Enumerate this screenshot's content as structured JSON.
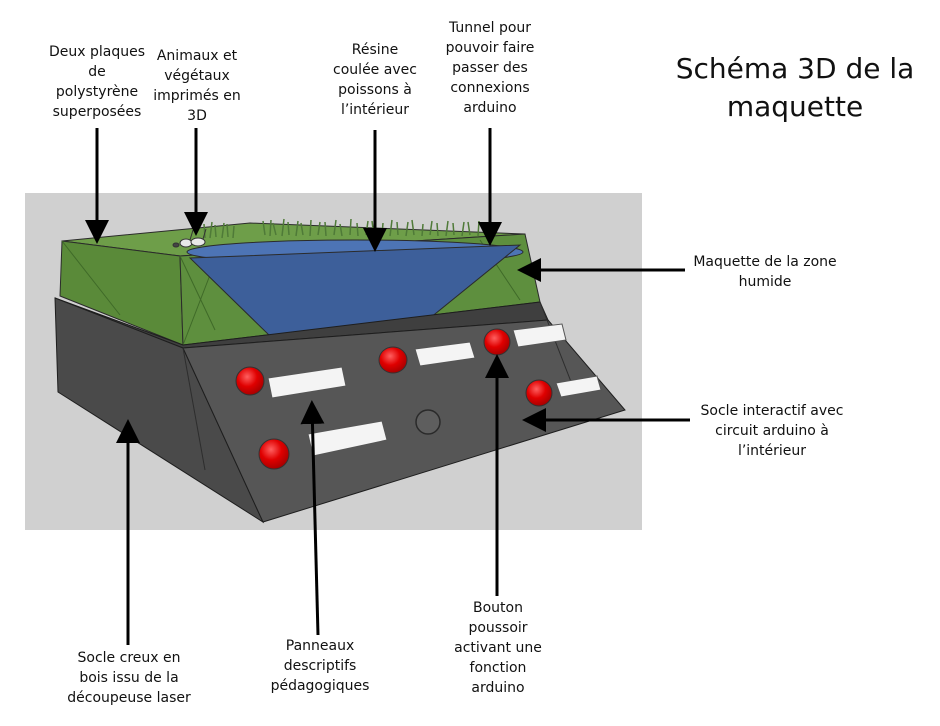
{
  "title": "Schéma 3D de la\nmaquette",
  "labels": {
    "plaques": "Deux plaques\nde\npolystyrène\nsuperposées",
    "animaux": "Animaux et\nvégétaux\nimprimés en\n3D",
    "resine": "Résine\ncoulée avec\npoissons à\nl’intérieur",
    "tunnel": "Tunnel pour\npouvoir faire\npasser des\nconnexions\narduino",
    "maquette": "Maquette de la zone\nhumide",
    "socle_interactif": "Socle interactif avec\ncircuit arduino à\nl’intérieur",
    "socle_creux": "Socle creux en\nbois issu de la\ndécoupeuse laser",
    "panneaux": "Panneaux\ndescriptifs\npédagogiques",
    "bouton": "Bouton\npoussoir\nactivant une\nfonction\narduino"
  },
  "colors": {
    "background_panel": "#d0d0d0",
    "green": "#5e8f3e",
    "water": "#3d5f9a",
    "base_dark": "#545454",
    "button_red": "#e00000",
    "panel_white": "#f4f4f4"
  }
}
